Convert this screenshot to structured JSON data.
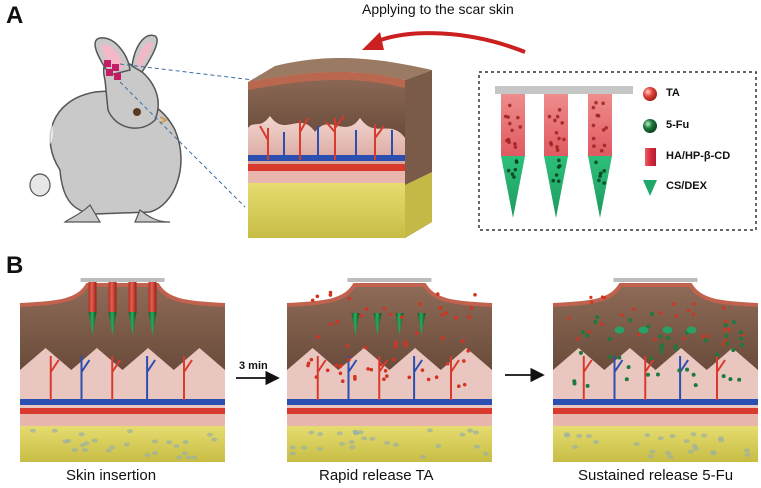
{
  "panel_a": {
    "letter": "A",
    "arrow_label": "Applying to the scar skin",
    "legend": [
      {
        "label": "TA",
        "icon": "red-sphere",
        "color": "#e2463c"
      },
      {
        "label": "5-Fu",
        "icon": "green-sphere",
        "color": "#1d7a3c"
      },
      {
        "label": "HA/HP-β-CD",
        "icon": "red-bar",
        "color": "#e0344a"
      },
      {
        "label": "CS/DEX",
        "icon": "green-triangle",
        "color": "#1fa86a"
      }
    ]
  },
  "panel_b": {
    "letter": "B",
    "step_label": "3 min",
    "captions": [
      "Skin insertion",
      "Rapid release TA",
      "Sustained release 5-Fu"
    ]
  },
  "colors": {
    "dermis": "#7a5a48",
    "epidermis": "#c9786a",
    "papillary": "#e9c7c0",
    "artery": "#d93a2e",
    "vein": "#2b4fb0",
    "fat": "#d8cf5a",
    "arrow_red": "#cc1f1f"
  }
}
